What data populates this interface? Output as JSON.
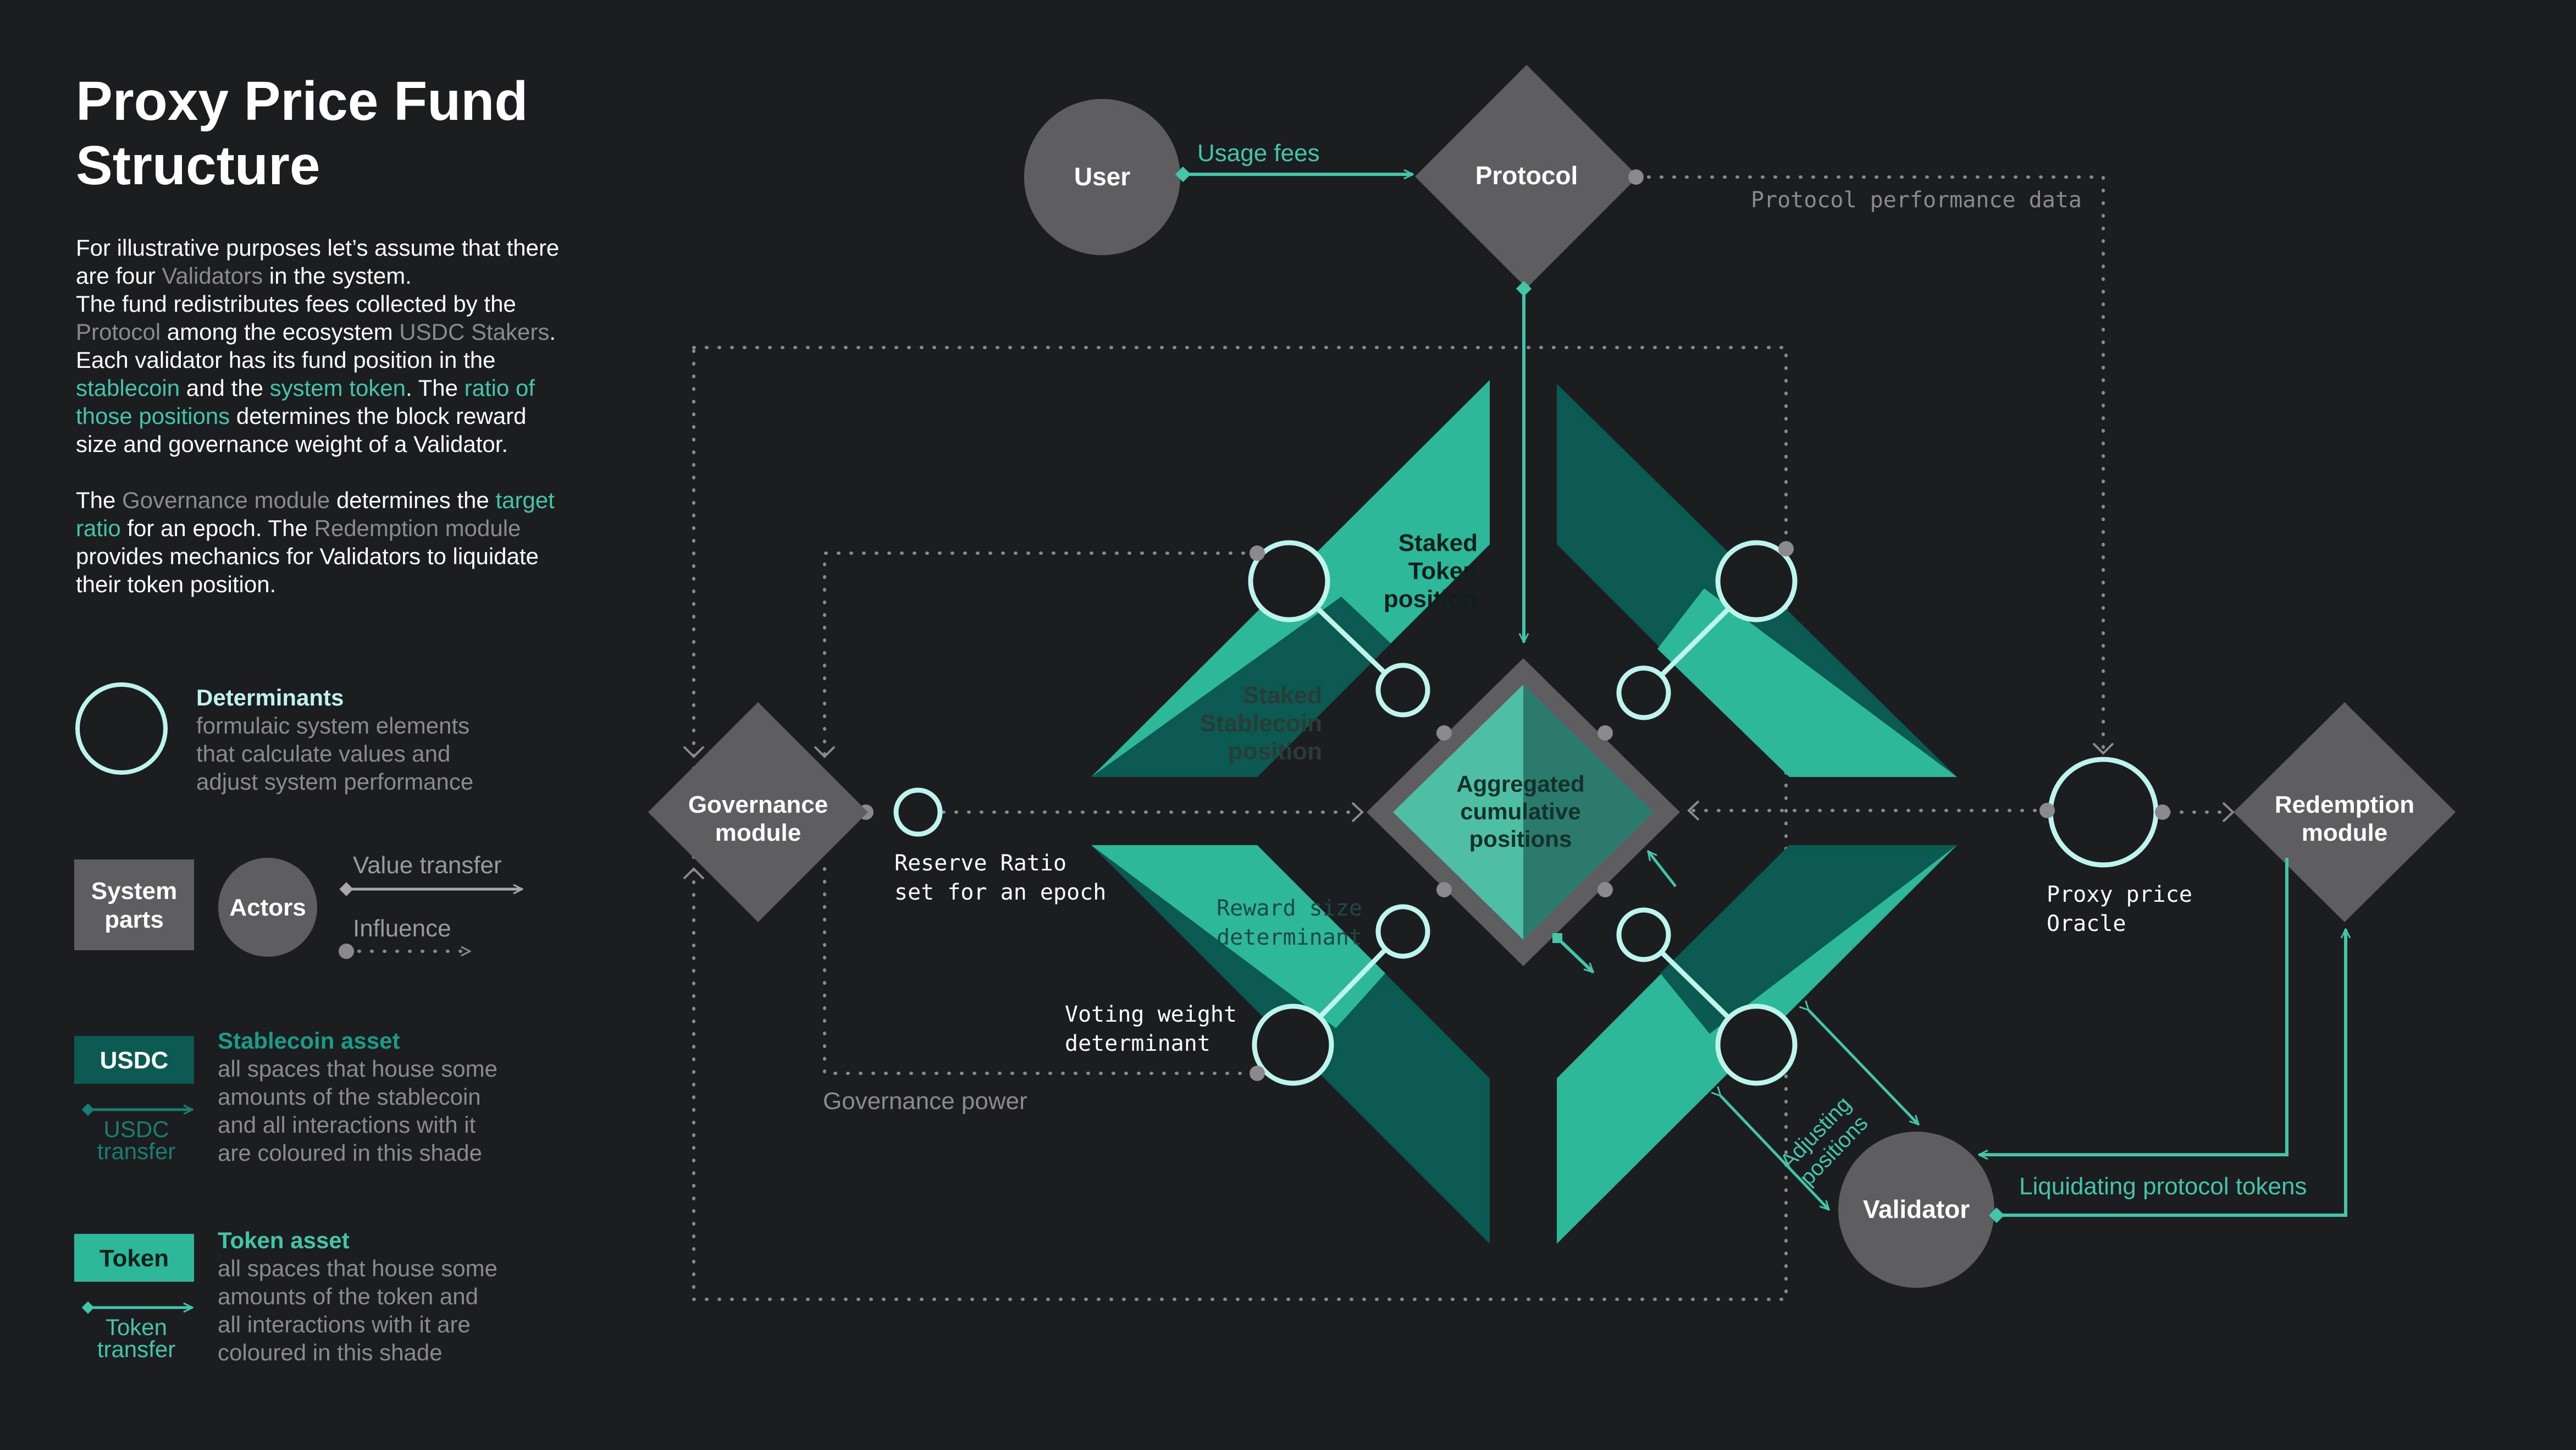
{
  "title_lines": [
    "Proxy Price Fund",
    "Structure"
  ],
  "intro_lines": [
    [
      {
        "t": "For illustrative purposes let’s assume that there"
      }
    ],
    [
      {
        "t": "are four "
      },
      {
        "t": "Validators",
        "c": "grey"
      },
      {
        "t": " in the system."
      }
    ],
    [
      {
        "t": "The fund redistributes fees collected by the"
      }
    ],
    [
      {
        "t": "Protocol",
        "c": "grey"
      },
      {
        "t": " among the ecosystem "
      },
      {
        "t": "USDC Stakers",
        "c": "grey"
      },
      {
        "t": "."
      }
    ],
    [
      {
        "t": "Each validator has its fund position in the"
      }
    ],
    [
      {
        "t": "stablecoin",
        "c": "teal"
      },
      {
        "t": " and the "
      },
      {
        "t": "system token",
        "c": "teal"
      },
      {
        "t": ". The "
      },
      {
        "t": "ratio of",
        "c": "teal"
      }
    ],
    [
      {
        "t": "those positions",
        "c": "teal"
      },
      {
        "t": " determines the block reward"
      }
    ],
    [
      {
        "t": "size and governance weight of a Validator."
      }
    ]
  ],
  "gov_lines": [
    [
      {
        "t": "The "
      },
      {
        "t": "Governance module",
        "c": "grey"
      },
      {
        "t": " determines the "
      },
      {
        "t": "target",
        "c": "teal"
      }
    ],
    [
      {
        "t": "ratio",
        "c": "teal"
      },
      {
        "t": " for an epoch. The "
      },
      {
        "t": "Redemption module",
        "c": "grey"
      }
    ],
    [
      {
        "t": "provides mechanics for Validators to liquidate"
      }
    ],
    [
      {
        "t": "their token position."
      }
    ]
  ],
  "legend": {
    "determinants_title": "Determinants",
    "determinants_desc": [
      "formulaic system elements",
      "that calculate values and",
      "adjust system performance"
    ],
    "system_parts": [
      "System",
      "parts"
    ],
    "actors": "Actors",
    "value_transfer": "Value transfer",
    "influence": "Influence",
    "usdc_box": "USDC",
    "usdc_transfer": [
      "USDC",
      "transfer"
    ],
    "stablecoin_title": "Stablecoin asset",
    "stablecoin_desc": [
      "all spaces that house some",
      "amounts of the stablecoin",
      "and all interactions with it",
      "are coloured in this shade"
    ],
    "token_box": "Token",
    "token_transfer": [
      "Token",
      "transfer"
    ],
    "token_title": "Token asset",
    "token_desc": [
      "all spaces that house some",
      "amounts of the token and",
      "all interactions with it are",
      "coloured in this shade"
    ]
  },
  "diagram": {
    "user": "User",
    "usage_fees": "Usage fees",
    "protocol": "Protocol",
    "protocol_perf": "Protocol performance data",
    "governance": [
      "Governance",
      "module"
    ],
    "reserve_ratio": [
      "Reserve Ratio",
      "set for an epoch"
    ],
    "aggregated": [
      "Aggregated",
      "cumulative",
      "positions"
    ],
    "staked_token": [
      "Staked",
      "Token",
      "position"
    ],
    "staked_stablecoin": [
      "Staked",
      "Stablecoin",
      "position"
    ],
    "reward_size": [
      "Reward size",
      "determinant"
    ],
    "voting_weight": [
      "Voting weight",
      "determinant"
    ],
    "governance_power": "Governance power",
    "proxy_oracle": [
      "Proxy price",
      "Oracle"
    ],
    "redemption": [
      "Redemption",
      "module"
    ],
    "validator": "Validator",
    "adjusting": [
      "Adjusting",
      "positions"
    ],
    "liquidating": "Liquidating protocol tokens"
  },
  "colors": {
    "background": "#1c1d21",
    "grey_node": "#5d5d62",
    "token_teal": "#2eb89a",
    "stable_dark": "#0b5a52",
    "accent_teal": "#43c6a8",
    "determinant_stroke": "#bdf5ec",
    "dotted": "#8a8a8e"
  }
}
